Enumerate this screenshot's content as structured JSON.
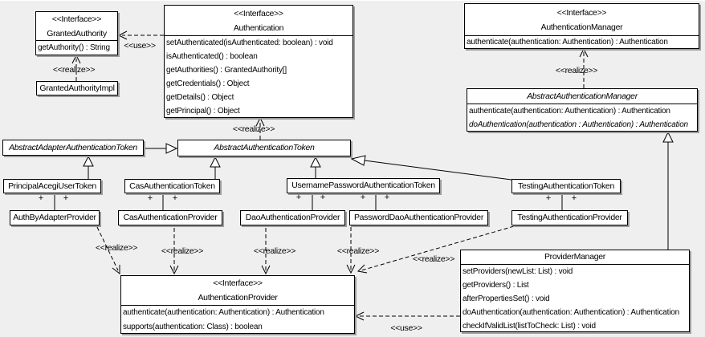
{
  "rels": {
    "use": "<<use>>",
    "realize": "<<realize>>",
    "plus": "+"
  },
  "classes": {
    "granted_authority": {
      "stereotype": "<<Interface>>",
      "name": "GrantedAuthority",
      "methods": [
        "getAuthority() : String"
      ]
    },
    "granted_authority_impl": {
      "name": "GrantedAuthorityImpl"
    },
    "authentication": {
      "stereotype": "<<Interface>>",
      "name": "Authentication",
      "methods": [
        "setAuthenticated(isAuthenticated: boolean) : void",
        "isAuthenticated() : boolean",
        "getAuthorities() : GrantedAuthority[]",
        "getCredentials() : Object",
        "getDetails() : Object",
        "getPrincipal() : Object"
      ]
    },
    "authentication_manager": {
      "stereotype": "<<Interface>>",
      "name": "AuthenticationManager",
      "methods": [
        "authenticate(authentication: Authentication) : Authentication"
      ]
    },
    "abstract_authentication_manager": {
      "name": "AbstractAuthenticationManager",
      "abstract": true,
      "methods": [
        "authenticate(authentication: Authentication) : Authentication",
        "doAuthentication(authentication : Authentication) : Authentication"
      ]
    },
    "abstract_adapter_authentication_token": {
      "name": "AbstractAdapterAuthenticationToken",
      "abstract": true
    },
    "abstract_authentication_token": {
      "name": "AbstractAuthenticationToken",
      "abstract": true
    },
    "principal_acegi_user_token": {
      "name": "PrincipalAcegiUserToken"
    },
    "cas_authentication_token": {
      "name": "CasAuthenticationToken"
    },
    "username_password_authentication_token": {
      "name": "UsernamePasswordAuthenticationToken"
    },
    "testing_authentication_token": {
      "name": "TestingAuthenticationToken"
    },
    "auth_by_adapter_provider": {
      "name": "AuthByAdapterProvider"
    },
    "cas_authentication_provider": {
      "name": "CasAuthenticationProvider"
    },
    "dao_authentication_provider": {
      "name": "DaoAuthenticationProvider"
    },
    "password_dao_authentication_provider": {
      "name": "PasswordDaoAuthenticationProvider"
    },
    "testing_authentication_provider": {
      "name": "TestingAuthenticationProvider"
    },
    "authentication_provider": {
      "stereotype": "<<Interface>>",
      "name": "AuthenticationProvider",
      "methods": [
        "authenticate(authentication: Authentication) : Authentication",
        "supports(authentication: Class) : boolean"
      ]
    },
    "provider_manager": {
      "name": "ProviderManager",
      "methods": [
        "setProviders(newList: List) : void",
        "getProviders() : List",
        "afterPropertiesSet() : void",
        "doAuthentication(authentication: Authentication) : Authentication",
        "checkIfValidList(listToCheck: List) : void"
      ]
    }
  },
  "colors": {
    "background": "#efefef",
    "box_fill": "#ffffff",
    "line": "#000000",
    "shadow": "#9c9c9c"
  }
}
